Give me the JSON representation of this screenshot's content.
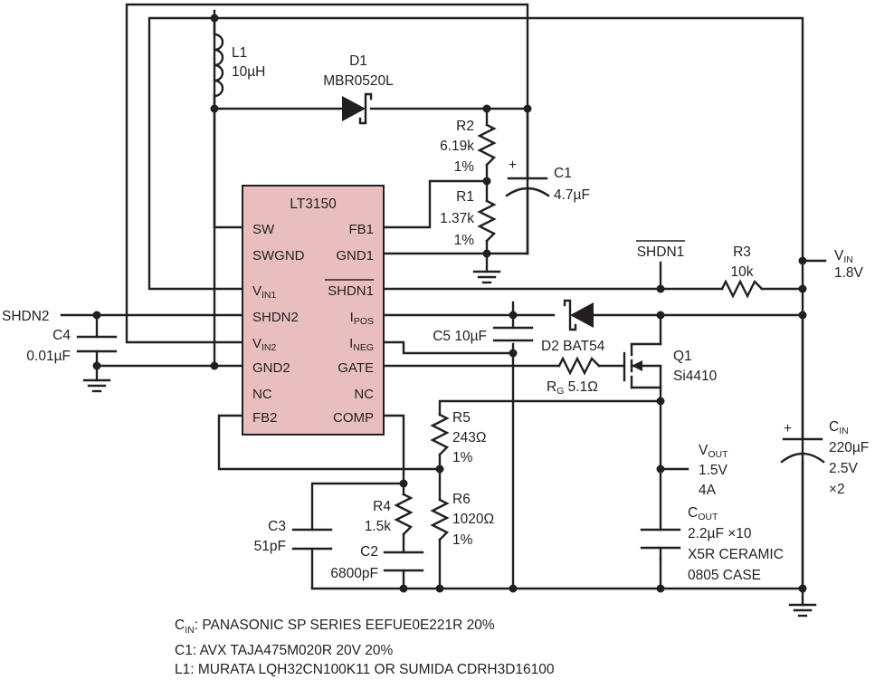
{
  "ic": {
    "name": "LT3150",
    "left_pins": [
      "SW",
      "SWGND",
      "VIN1",
      "SHDN2",
      "VIN2",
      "GND2",
      "NC",
      "FB2"
    ],
    "right_pins": [
      "FB1",
      "GND1",
      "SHDN1",
      "IPOS",
      "INEG",
      "GATE",
      "NC",
      "COMP"
    ]
  },
  "components": {
    "l1": {
      "ref": "L1",
      "value": "10µH"
    },
    "d1": {
      "ref": "D1",
      "value": "MBR0520L"
    },
    "r2": {
      "ref": "R2",
      "value": "6.19k",
      "tol": "1%"
    },
    "r1": {
      "ref": "R1",
      "value": "1.37k",
      "tol": "1%"
    },
    "c1": {
      "ref": "C1",
      "value": "4.7µF",
      "polarity": "+"
    },
    "r3": {
      "ref": "R3",
      "value": "10k"
    },
    "c5": {
      "label": "C5 10µF"
    },
    "d2": {
      "label": "D2 BAT54"
    },
    "q1": {
      "ref": "Q1",
      "value": "Si4410"
    },
    "rg": {
      "label": "RG 5.1Ω"
    },
    "r5": {
      "ref": "R5",
      "value": "243Ω",
      "tol": "1%"
    },
    "r6": {
      "ref": "R6",
      "value": "1020Ω",
      "tol": "1%"
    },
    "r4": {
      "ref": "R4",
      "value": "1.5k"
    },
    "c2": {
      "ref": "C2",
      "value": "6800pF"
    },
    "c3": {
      "ref": "C3",
      "value": "51pF"
    },
    "c4": {
      "ref": "C4",
      "value": "0.01µF"
    },
    "cin": {
      "ref": "CIN",
      "value": "220µF",
      "v": "2.5V",
      "mult": "×2",
      "polarity": "+"
    },
    "cout": {
      "ref": "COUT",
      "value": "2.2µF ×10",
      "type": "X5R CERAMIC",
      "case": "0805 CASE"
    }
  },
  "nets": {
    "shdn2": "SHDN2",
    "shdn1": "SHDN1",
    "vin": {
      "label": "VIN",
      "value": "1.8V"
    },
    "vout": {
      "label": "VOUT",
      "v": "1.5V",
      "i": "4A"
    }
  },
  "notes": [
    "CIN: PANASONIC SP SERIES EEFUE0E221R 20%",
    "C1: AVX TAJA475M020R 20V 20%",
    "L1: MURATA LQH32CN100K11 OR SUMIDA CDRH3D16100"
  ]
}
